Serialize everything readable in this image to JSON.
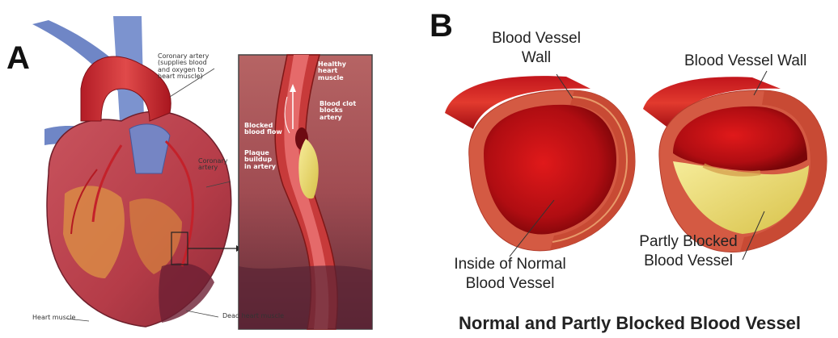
{
  "panel_a": {
    "letter": "A",
    "labels": {
      "coronary_artery_supply_1": "Coronary artery",
      "coronary_artery_supply_2": "(supplies blood",
      "coronary_artery_supply_3": "and oxygen to",
      "coronary_artery_supply_4": "heart muscle)",
      "coronary_artery_1": "Coronary",
      "coronary_artery_2": "artery",
      "heart_muscle": "Heart muscle",
      "dead_heart_muscle": "Dead heart muscle",
      "healthy_1": "Healthy",
      "healthy_2": "heart",
      "healthy_3": "muscle",
      "clot_1": "Blood clot",
      "clot_2": "blocks",
      "clot_3": "artery",
      "blocked_1": "Blocked",
      "blocked_2": "blood flow",
      "plaque_1": "Plaque",
      "plaque_2": "buildup",
      "plaque_3": "in artery"
    }
  },
  "panel_b": {
    "letter": "B",
    "labels": {
      "wall_left_1": "Blood Vessel",
      "wall_left_2": "Wall",
      "wall_right": "Blood Vessel Wall",
      "inside_1": "Inside of Normal",
      "inside_2": "Blood Vessel",
      "blocked_1": "Partly Blocked",
      "blocked_2": "Blood Vessel"
    },
    "caption": "Normal and Partly Blocked Blood Vessel"
  },
  "colors": {
    "artery_red": "#b5202a",
    "vessel_red": "#d21a1a",
    "vein_blue": "#6f86c6",
    "plaque_yellow": "#efe07a",
    "panel_bg": "#a85555"
  }
}
